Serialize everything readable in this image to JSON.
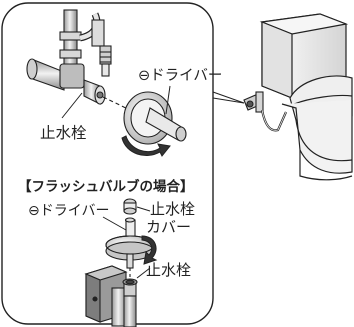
{
  "callout": {
    "minus_screwdriver_top": "⊖ドライバー",
    "stop_valve_top": "止水栓"
  },
  "flush_valve_section": {
    "heading": "【フラッシュバルブの場合】",
    "minus_screwdriver": "⊖ドライバー",
    "stop_valve_cover_line1": "止水栓",
    "stop_valve_cover_line2": "カバー",
    "stop_valve": "止水栓"
  },
  "colors": {
    "line": "#222222",
    "metal_light": "#e6e6e6",
    "metal_mid": "#bdbdbd",
    "metal_dark": "#6e6e6e",
    "toilet_light": "#f2f2f2",
    "toilet_shade": "#cfcfcf"
  }
}
